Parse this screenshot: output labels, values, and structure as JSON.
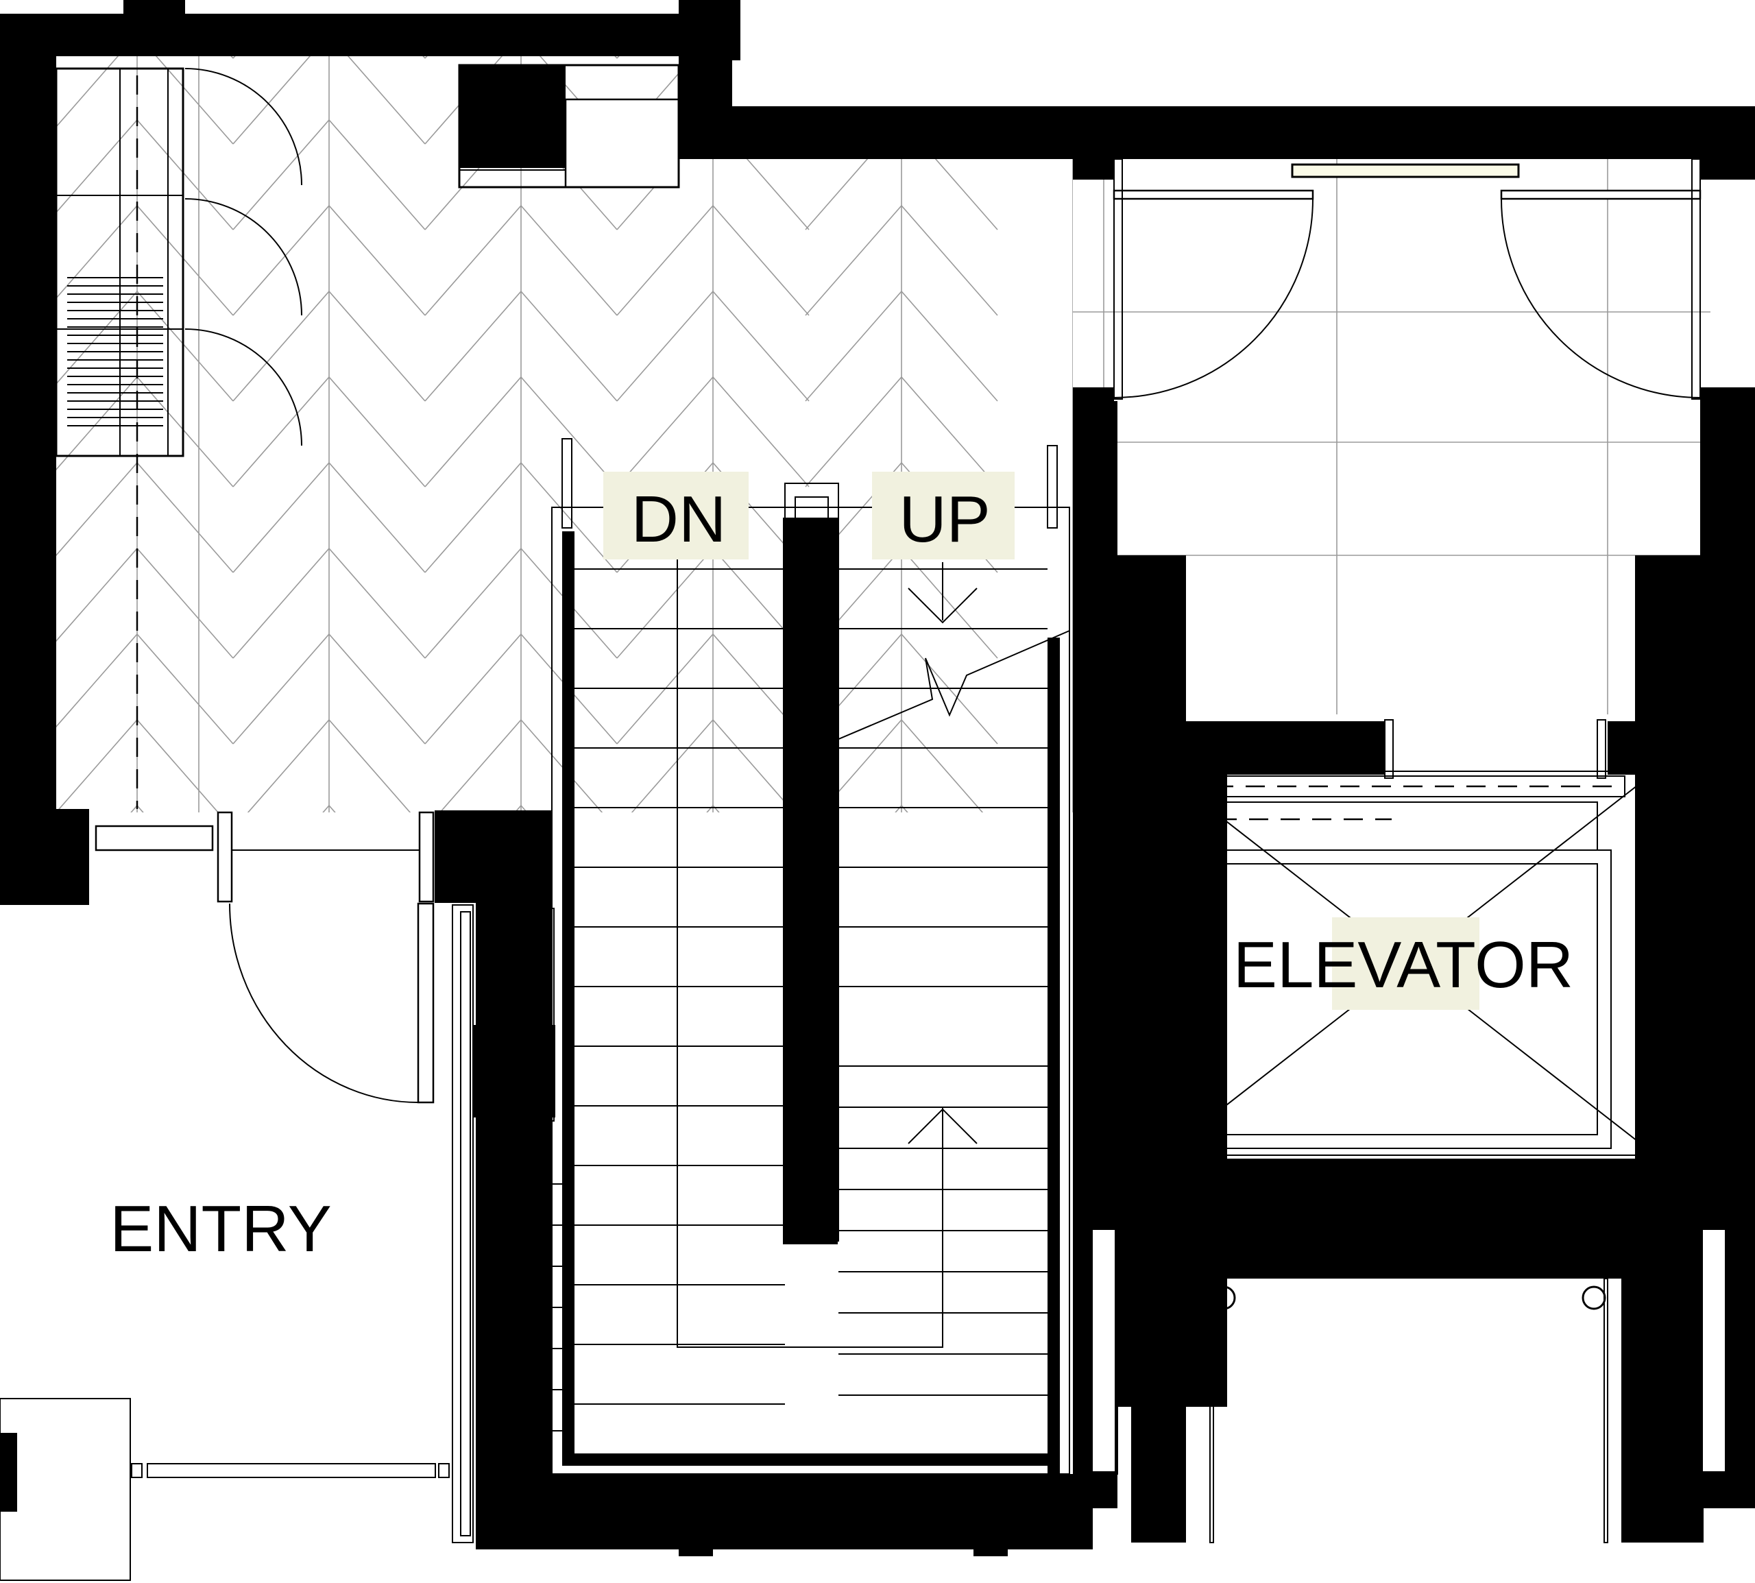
{
  "labels": {
    "stair_down": "DN",
    "stair_up": "UP",
    "elevator": "ELEVATOR",
    "entry": "ENTRY"
  },
  "colors": {
    "wall": "#000000",
    "label_highlight": "#f1f1df",
    "light_fixture": "#fbfbe8",
    "floor_pattern": "#9a9a9a"
  }
}
